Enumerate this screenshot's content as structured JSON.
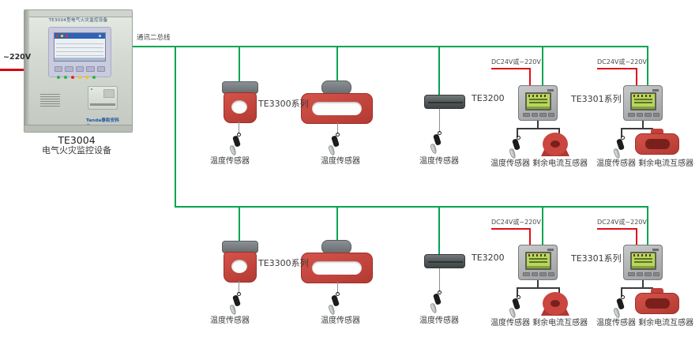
{
  "colors": {
    "bus_green": "#00a550",
    "power_red": "#dd0f18"
  },
  "bus": {
    "label": "通讯二总线"
  },
  "mains": {
    "label": "~220V"
  },
  "power": {
    "label": "DC24V或~220V"
  },
  "panel": {
    "header_label": "TE3004型电气火灾监控设备",
    "brand": "Tanda泰和安科技",
    "model": "TE3004",
    "name": "电气火灾监控设备"
  },
  "series": {
    "te3300": "TE3300系列",
    "te3200": "TE3200",
    "te3301": "TE3301系列"
  },
  "sensors": {
    "temperature": "温度传感器",
    "temperature_and_residual": "温度传感器 剩余电流互感器"
  }
}
